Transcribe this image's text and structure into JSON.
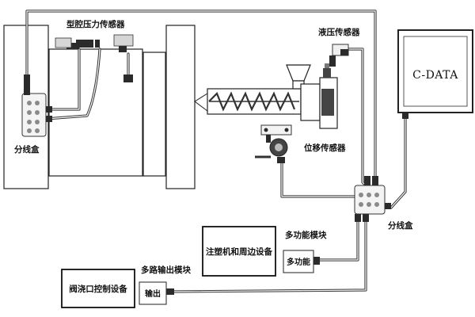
{
  "labels": {
    "cavity_pressure_sensor": "型腔压力传感器",
    "hydraulic_sensor": "液压传感器",
    "junction_box_left": "分线盒",
    "junction_box_right": "分线盒",
    "displacement_sensor": "位移传感器",
    "multi_function_module": "多功能模块",
    "multi_function_box": "多功能",
    "injection_machine_box": "注塑机和周边设备",
    "multi_output_module": "多路输出模块",
    "output_box": "输出",
    "gate_control_box": "阀浇口控制设备",
    "monitor_text": "C-DATA"
  }
}
